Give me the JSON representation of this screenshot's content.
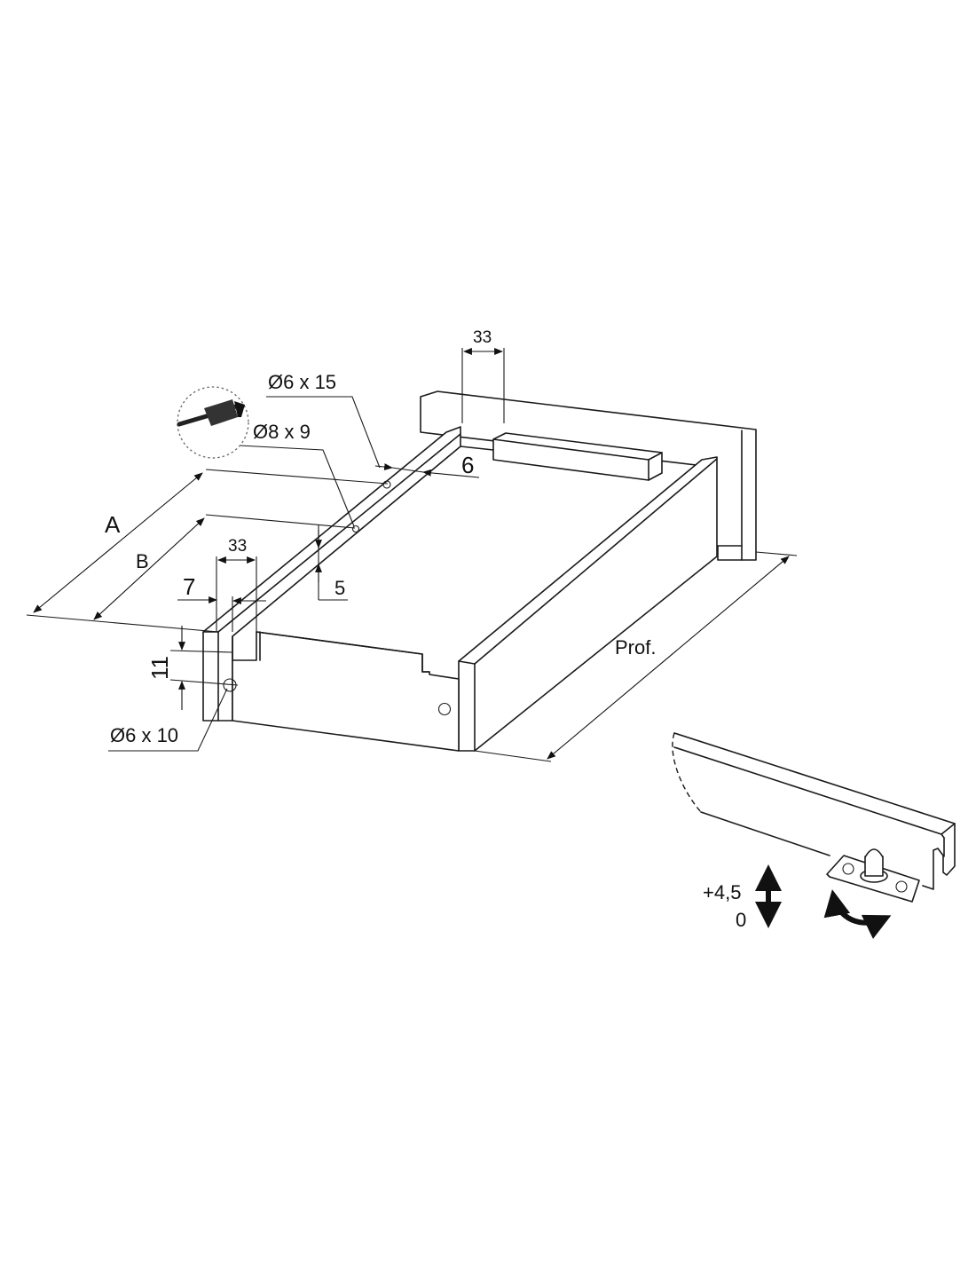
{
  "dimensions": {
    "width_33_top": "33",
    "hole_top": "Ø6 x 15",
    "hole_mid": "Ø8 x 9",
    "offset_6": "6",
    "dim_a": "A",
    "dim_b": "B",
    "width_33_front": "33",
    "offset_7": "7",
    "offset_5": "5",
    "height_11": "11",
    "hole_front": "Ø6 x 10",
    "depth": "Prof."
  },
  "adjustment": {
    "range_top": "+4,5",
    "range_bottom": "0"
  },
  "icons": {
    "detail_inset": "screw-detail-icon",
    "vertical_adjust": "vertical-arrow-icon",
    "rotation": "rotation-arrow-icon"
  }
}
